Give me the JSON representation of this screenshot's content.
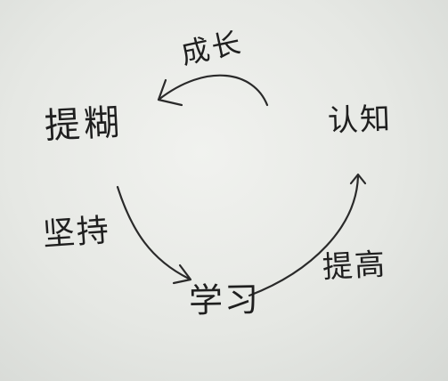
{
  "diagram": {
    "nodes": {
      "top_right": "认知",
      "left": "提糊",
      "bottom": "学习"
    },
    "edges": {
      "top": "成长",
      "bottom_right": "提高",
      "left_bottom": "坚持"
    }
  },
  "colors": {
    "paper": "#e6e8e4",
    "ink": "#2a2a2a"
  }
}
